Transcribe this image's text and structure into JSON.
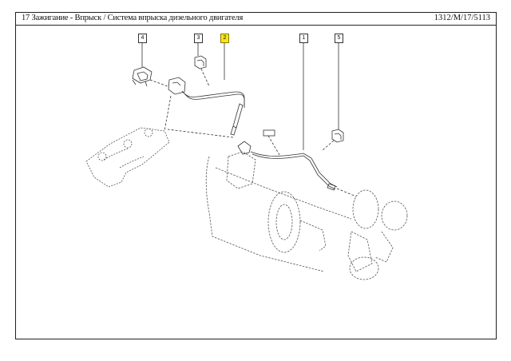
{
  "header": {
    "title": "17 Зажигание - Впрыск / Система впрыска дизельного двигателя",
    "reference": "1312/M/17/5113"
  },
  "diagram": {
    "description": "Exploded view: oxygen sensors and wiring harness on diesel engine with turbocharger",
    "callouts": [
      {
        "id": "4",
        "label": "4",
        "highlighted": false
      },
      {
        "id": "3",
        "label": "3",
        "highlighted": false
      },
      {
        "id": "2",
        "label": "2",
        "highlighted": true
      },
      {
        "id": "1",
        "label": "1",
        "highlighted": false
      },
      {
        "id": "5",
        "label": "5",
        "highlighted": false
      }
    ],
    "highlight_color": "#f5e61b"
  }
}
